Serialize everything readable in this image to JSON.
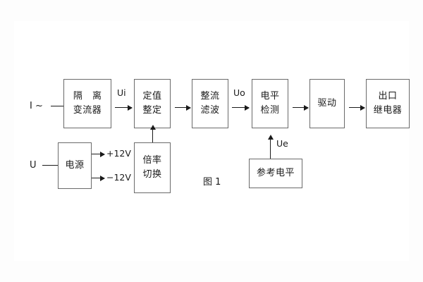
{
  "figure": {
    "caption": "图 1",
    "stroke_color": "#1a1a1a",
    "box_border_color": "#6a6a6a",
    "background_color": "#ffffff"
  },
  "inputs": {
    "current": "I ~",
    "voltage": "U"
  },
  "signal_labels": {
    "ui": "Ui",
    "uo": "Uo",
    "ue": "Ue",
    "plus_12v": "+12V",
    "minus_12v": "−12V"
  },
  "blocks": [
    {
      "id": "isolating-transformer",
      "line1": "隔 离",
      "line2": "变流器"
    },
    {
      "id": "setting-adjustment",
      "line1": "定值",
      "line2": "整定"
    },
    {
      "id": "rectifier-filter",
      "line1": "整流",
      "line2": "滤波"
    },
    {
      "id": "level-detection",
      "line1": "电平",
      "line2": "检测"
    },
    {
      "id": "driver",
      "line1": "驱动",
      "line2": ""
    },
    {
      "id": "output-relay",
      "line1": "出口",
      "line2": "继电器"
    },
    {
      "id": "power-supply",
      "line1": "电源",
      "line2": ""
    },
    {
      "id": "ratio-switching",
      "line1": "倍率",
      "line2": "切换"
    },
    {
      "id": "reference-level",
      "line1": "参考电平",
      "line2": ""
    }
  ]
}
